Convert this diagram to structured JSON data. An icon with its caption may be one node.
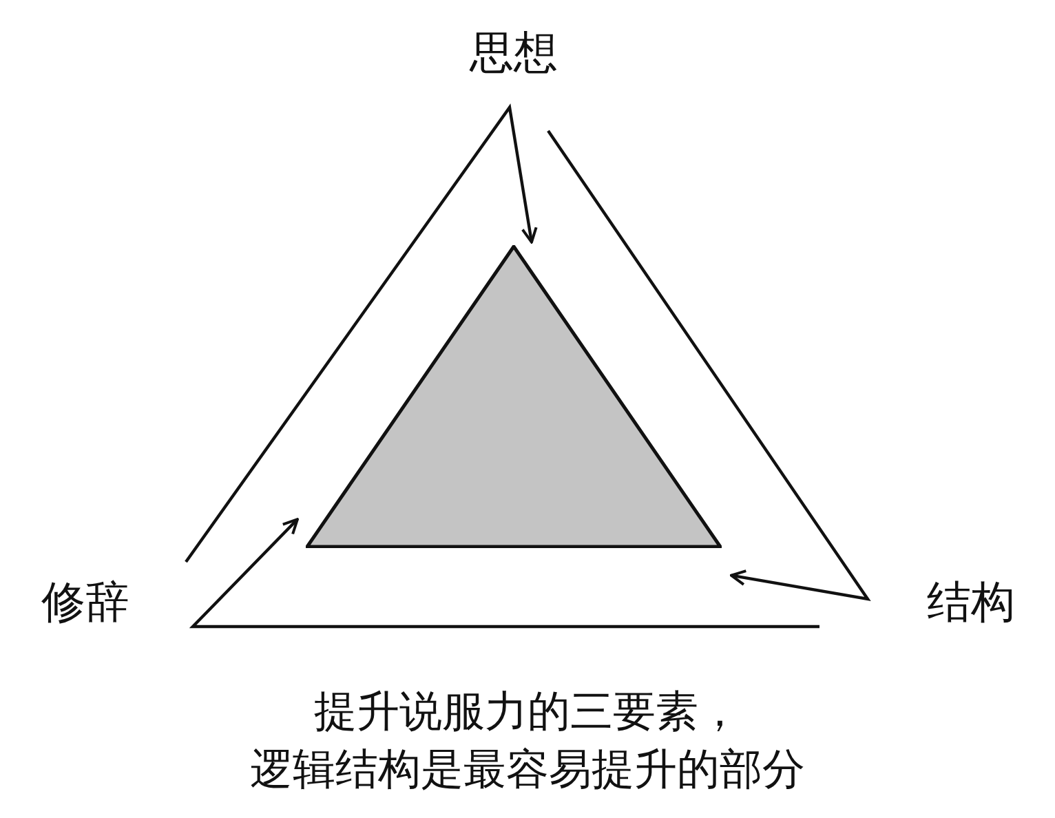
{
  "diagram": {
    "caption": "提升说服力的三要素，逻辑结构是最容易提升的部分",
    "nodes": [
      {
        "text": [
          "思想"
        ]
      },
      {
        "text": [
          "修辞"
        ]
      },
      {
        "text": [
          "结构"
        ]
      },
      {
        "text": [],
        "shape": "triangle"
      }
    ],
    "edges": [
      {
        "from": null,
        "to": 3,
        "arrow": "to"
      },
      {
        "from": null,
        "to": 3,
        "arrow": "to"
      },
      {
        "from": null,
        "to": 3,
        "arrow": "to"
      }
    ]
  }
}
